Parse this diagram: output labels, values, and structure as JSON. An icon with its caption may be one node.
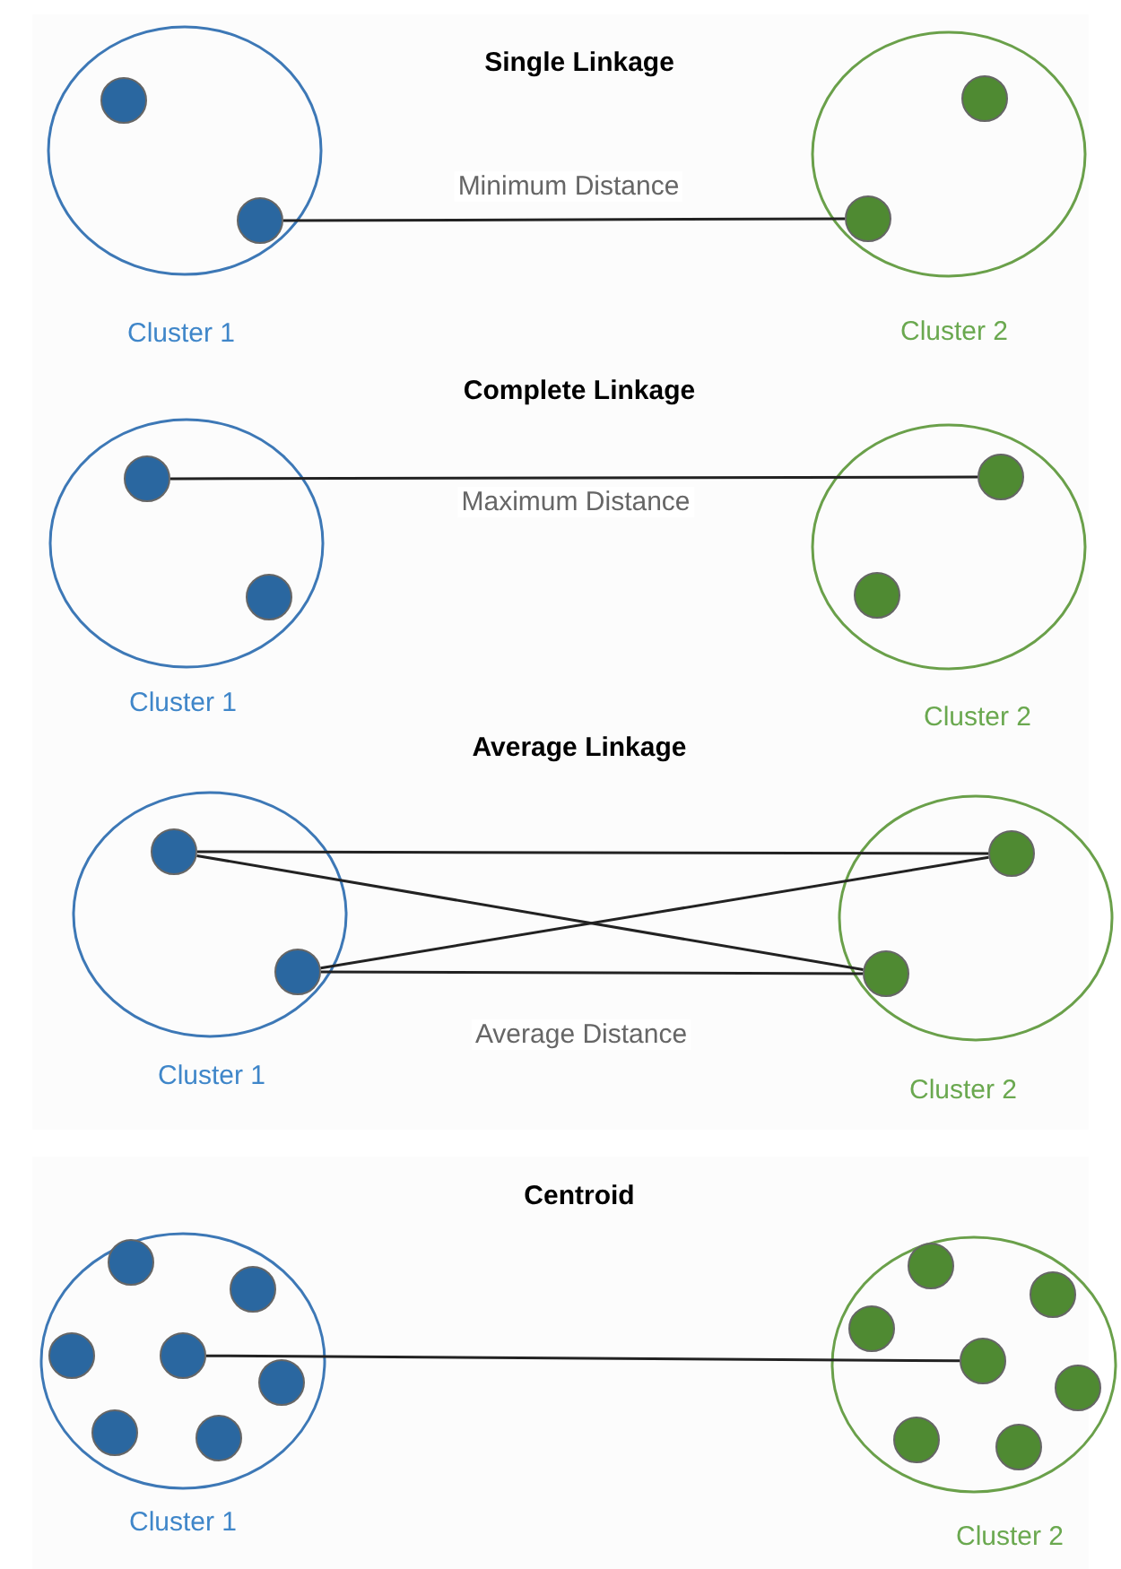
{
  "diagram": {
    "nodes": [
      {
        "text": [],
        "shape": "circle",
        "beside": [
          "Cluster 1"
        ]
      },
      {
        "text": [],
        "shape": "circle",
        "in": 0
      },
      {
        "text": [],
        "shape": "circle",
        "in": 0
      },
      {
        "text": [],
        "shape": "circle",
        "beside": [
          "Cluster 2"
        ]
      },
      {
        "text": [],
        "shape": "circle",
        "in": 3
      },
      {
        "text": [],
        "shape": "circle",
        "in": 3
      },
      {
        "text": [],
        "shape": "circle",
        "beside": [
          "Cluster 1"
        ]
      },
      {
        "text": [],
        "shape": "circle",
        "in": 6
      },
      {
        "text": [],
        "shape": "circle",
        "in": 6
      },
      {
        "text": [],
        "shape": "circle",
        "beside": [
          "Cluster 2"
        ]
      },
      {
        "text": [],
        "shape": "circle",
        "in": 9
      },
      {
        "text": [],
        "shape": "circle",
        "in": 9
      },
      {
        "text": [],
        "shape": "circle",
        "beside": [
          "Cluster 1"
        ]
      },
      {
        "text": [],
        "shape": "circle",
        "in": 12
      },
      {
        "text": [],
        "shape": "circle",
        "in": 12
      },
      {
        "text": [],
        "shape": "circle",
        "beside": [
          "Cluster 2"
        ]
      },
      {
        "text": [],
        "shape": "circle",
        "in": 15
      },
      {
        "text": [],
        "shape": "circle",
        "in": 15
      },
      {
        "text": [],
        "shape": "circle",
        "beside": [
          "Cluster 1"
        ]
      },
      {
        "text": [],
        "shape": "circle",
        "in": 18
      },
      {
        "text": [],
        "shape": "circle",
        "in": 18
      },
      {
        "text": [],
        "shape": "circle",
        "in": 18
      },
      {
        "text": [],
        "shape": "circle",
        "in": 18
      },
      {
        "text": [],
        "shape": "circle",
        "in": 18
      },
      {
        "text": [],
        "shape": "circle",
        "in": 18
      },
      {
        "text": [],
        "shape": "circle",
        "in": 18
      },
      {
        "text": [],
        "shape": "circle",
        "beside": [
          "Cluster 2"
        ]
      },
      {
        "text": [],
        "shape": "circle",
        "in": 26
      },
      {
        "text": [],
        "shape": "circle",
        "in": 26
      },
      {
        "text": [],
        "shape": "circle",
        "in": 26
      },
      {
        "text": [],
        "shape": "circle",
        "in": 26
      },
      {
        "text": [],
        "shape": "circle",
        "in": 26
      },
      {
        "text": [],
        "shape": "circle",
        "in": 26
      },
      {
        "text": [],
        "shape": "circle",
        "in": 26
      }
    ],
    "edges": [
      {
        "from": 2,
        "to": 5,
        "arrow": "none",
        "label": "Minimum Distance"
      },
      {
        "from": 7,
        "to": 10,
        "arrow": "none",
        "label": "Maximum Distance"
      },
      {
        "from": 13,
        "to": 16,
        "arrow": "none"
      },
      {
        "from": 13,
        "to": 17,
        "arrow": "none"
      },
      {
        "from": 14,
        "to": 16,
        "arrow": "none"
      },
      {
        "from": 14,
        "to": 17,
        "arrow": "none"
      },
      {
        "from": 22,
        "to": 30,
        "arrow": "none"
      }
    ],
    "labels": [
      "Single Linkage",
      "Complete Linkage",
      "Average Linkage",
      "Average Distance",
      "Centroid"
    ]
  }
}
